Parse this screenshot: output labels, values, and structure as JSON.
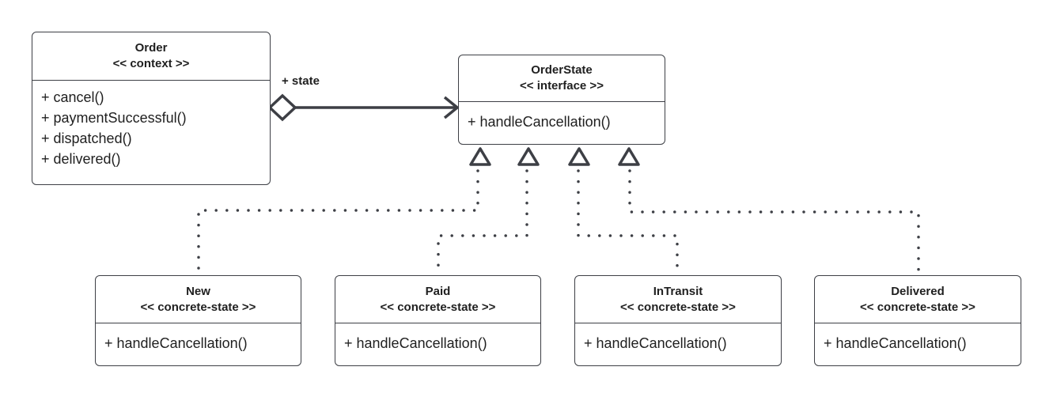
{
  "order": {
    "name": "Order",
    "stereotype": "<< context >>",
    "methods": [
      "+ cancel()",
      "+ paymentSuccessful()",
      "+ dispatched()",
      "+ delivered()"
    ]
  },
  "association": {
    "label": "+ state"
  },
  "order_state": {
    "name": "OrderState",
    "stereotype": "<< interface >>",
    "methods": [
      "+ handleCancellation()"
    ]
  },
  "concrete_states": [
    {
      "name": "New",
      "stereotype": "<< concrete-state >>",
      "method": "+ handleCancellation()"
    },
    {
      "name": "Paid",
      "stereotype": "<< concrete-state >>",
      "method": "+ handleCancellation()"
    },
    {
      "name": "InTransit",
      "stereotype": "<< concrete-state >>",
      "method": "+ handleCancellation()"
    },
    {
      "name": "Delivered",
      "stereotype": "<< concrete-state >>",
      "method": "+ handleCancellation()"
    }
  ],
  "colors": {
    "stroke": "#3d3f45",
    "text": "#1f1f1f",
    "background": "#ffffff"
  }
}
